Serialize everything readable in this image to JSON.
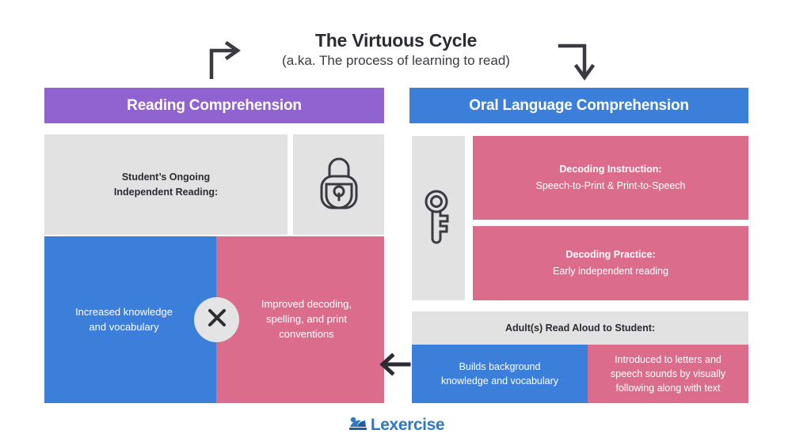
{
  "header": {
    "title": "The Virtuous Cycle",
    "subtitle": "(a.ka. The process of learning to read)",
    "arrow_top_left": "elbow-up-right-arrow",
    "arrow_top_right": "elbow-right-down-arrow",
    "arrow_return": "left-arrow"
  },
  "left_panel": {
    "heading": "Reading Comprehension",
    "heading_color": "#9063d0",
    "reading_box": {
      "line1": "Student’s Ongoing",
      "line2": "Independent Reading:",
      "background": "#e2e2e2"
    },
    "icon": "lock-icon",
    "outcomes": {
      "blue": {
        "line1": "Increased knowledge",
        "line2": "and vocabulary",
        "color": "#3c7fdb"
      },
      "pink": {
        "line1": "Improved decoding,",
        "line2": "spelling, and print",
        "line3": "conventions",
        "color": "#dc6c8c"
      },
      "connector": "x-multiply-icon"
    }
  },
  "right_panel": {
    "heading": "Oral Language Comprehension",
    "heading_color": "#3c7fdb",
    "icon": "key-icon",
    "boxes": [
      {
        "title": "Decoding Instruction:",
        "subtitle": "Speech-to-Print & Print-to-Speech",
        "color": "#dc6c8c"
      },
      {
        "title": "Decoding Practice:",
        "subtitle": "Early independent reading",
        "color": "#dc6c8c"
      }
    ],
    "adult_band": {
      "label": "Adult(s) Read Aloud to Student:",
      "background": "#e2e2e2"
    },
    "adult_outcomes": {
      "blue": {
        "line1": "Builds background",
        "line2": "knowledge and vocabulary",
        "color": "#3c7fdb"
      },
      "pink": {
        "line1": "Introduced to letters and",
        "line2": "speech sounds by visually",
        "line3": "following along with text",
        "color": "#dc6c8c"
      }
    }
  },
  "footer": {
    "logo_text": "Lexercise",
    "logo_color": "#2e79c6",
    "logo_mark": "reading-person-icon"
  }
}
